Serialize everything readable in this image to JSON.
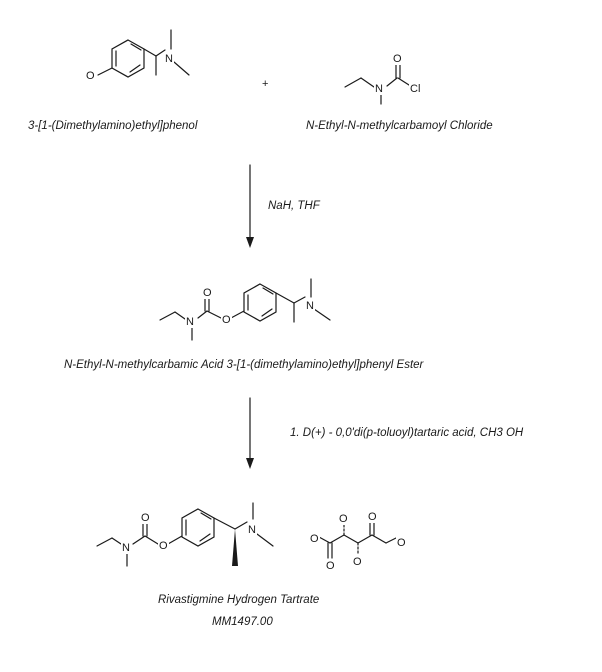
{
  "reactants": [
    {
      "name": "3-[1-(Dimethylamino)ethyl]phenol"
    },
    {
      "name": "N-Ethyl-N-methylcarbamoyl Chloride"
    }
  ],
  "plus_sign": "+",
  "step1": {
    "reagent": "NaH, THF"
  },
  "intermediate": {
    "name": "N-Ethyl-N-methylcarbamic Acid 3-[1-(dimethylamino)ethyl]phenyl Ester"
  },
  "step2": {
    "reagent": "1. D(+) - 0,0'di(p-toluoyl)tartaric acid, CH3 OH"
  },
  "product": {
    "name": "Rivastigmine Hydrogen Tartrate",
    "code": "MM1497.00"
  },
  "atoms": {
    "O": "O",
    "N": "N",
    "Cl": "Cl"
  }
}
